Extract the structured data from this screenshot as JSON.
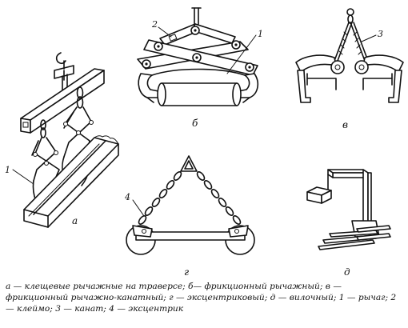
{
  "figure": {
    "panel_labels": {
      "a": "а",
      "b": "б",
      "v": "в",
      "g": "г",
      "d": "д"
    },
    "callouts": {
      "a_1": "1",
      "b_1": "1",
      "b_2": "2",
      "v_3": "3",
      "g_4": "4"
    }
  },
  "caption": "а — клещевые рычажные на траверсе; б— фрикционный рычажный; в — фрикционный рычажно-канатный; г — эксцентриковый; д — вилочный; 1 — рычаг; 2 — клеймо; 3 — канат; 4 — эксцентрик"
}
